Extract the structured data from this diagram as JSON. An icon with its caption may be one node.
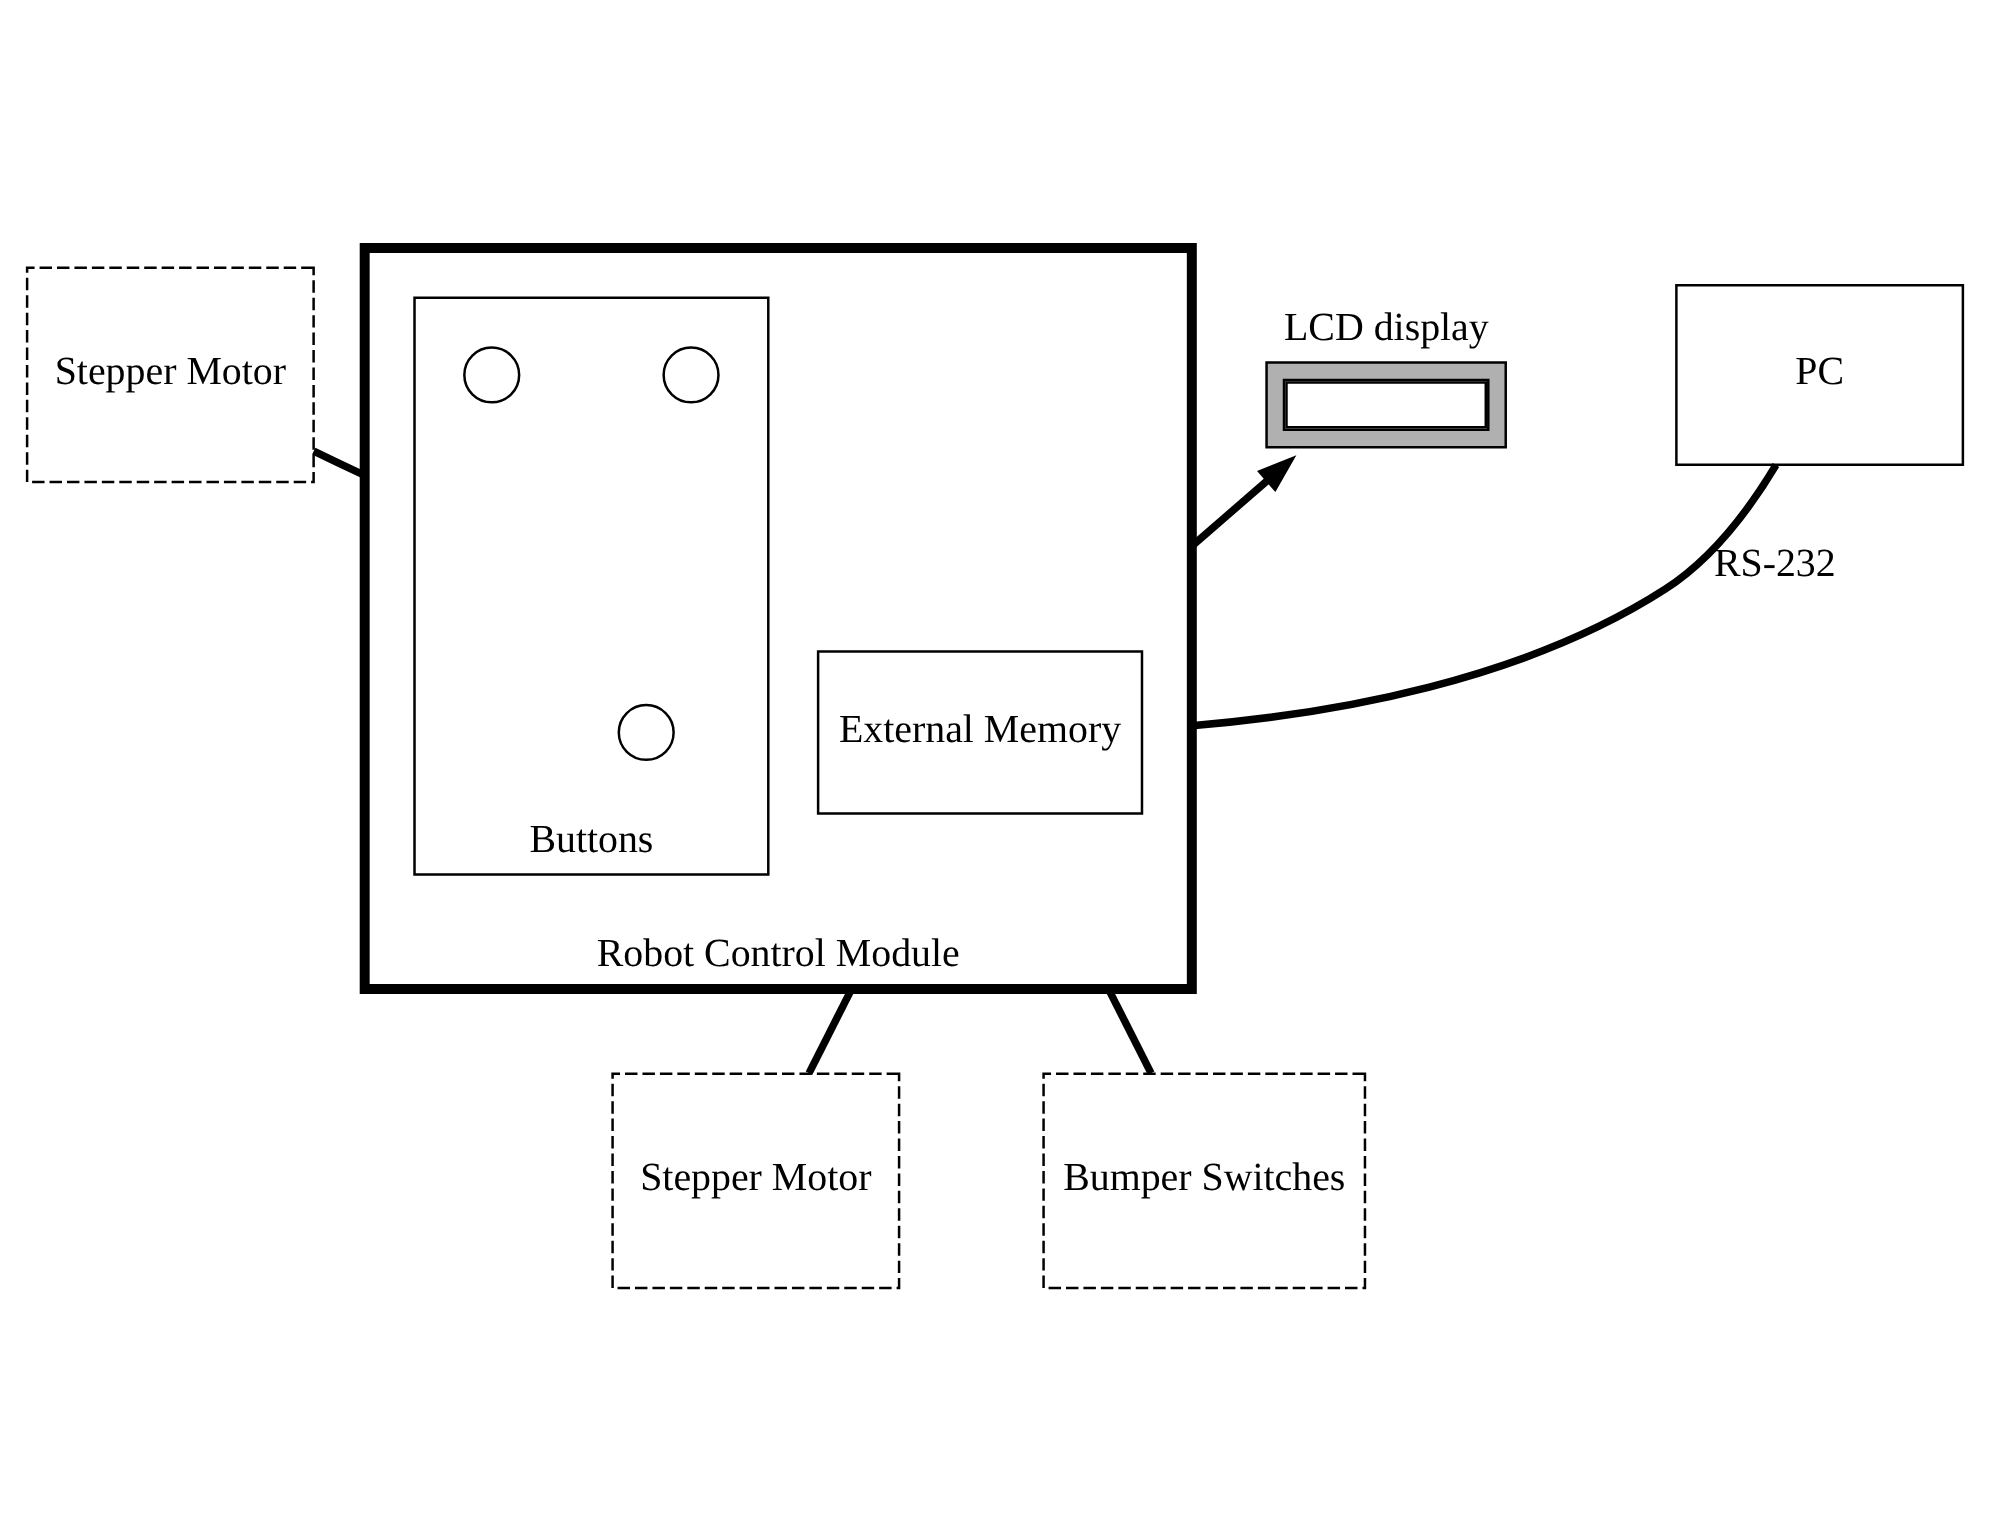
{
  "diagram": {
    "nodes": [
      {
        "text": [
          "Stepper Motor"
        ]
      },
      {
        "text": [
          "LCD display"
        ]
      },
      {
        "text": [
          "PC"
        ]
      },
      {
        "text": [
          "Robot Control Module"
        ]
      },
      {
        "text": [
          "Buttons"
        ],
        "in": 3
      },
      {
        "text": [],
        "shape": "circle",
        "in": 4
      },
      {
        "text": [],
        "shape": "circle",
        "in": 4
      },
      {
        "text": [],
        "shape": "circle",
        "in": 4
      },
      {
        "text": [
          "External Memory"
        ],
        "in": 3
      },
      {
        "text": [
          "Stepper Motor"
        ]
      },
      {
        "text": [
          "Bumper Switches"
        ]
      }
    ],
    "edges": [
      {
        "from": 0,
        "to": 3,
        "arrow": "none"
      },
      {
        "from": 3,
        "to": 1,
        "arrow": "to"
      },
      {
        "from": 2,
        "to": 3,
        "arrow": "none",
        "label": "RS-232"
      },
      {
        "from": 3,
        "to": 9,
        "arrow": "none"
      },
      {
        "from": 3,
        "to": 10,
        "arrow": "none"
      }
    ]
  }
}
